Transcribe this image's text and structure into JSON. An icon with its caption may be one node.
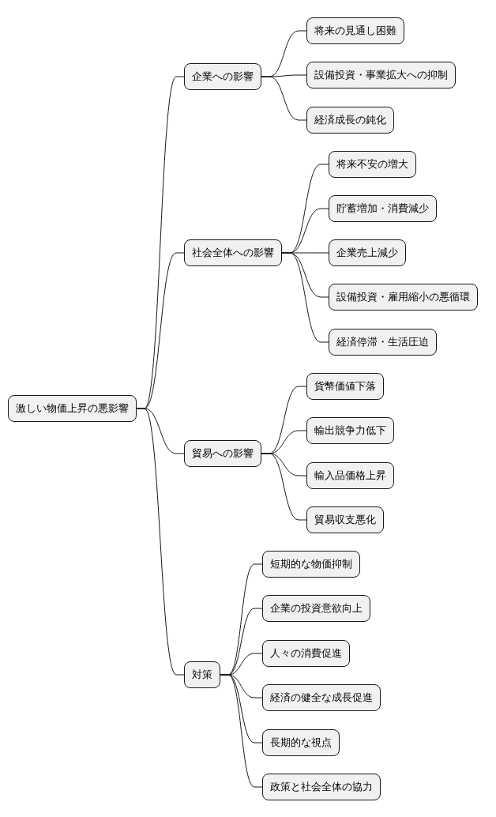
{
  "diagram": {
    "nodes": [
      {
        "text": [
          "激しい物価上昇の悪影響"
        ]
      },
      {
        "text": [
          "企業への影響"
        ]
      },
      {
        "text": [
          "将来の見通し困難"
        ]
      },
      {
        "text": [
          "設備投資・事業拡大への抑制"
        ]
      },
      {
        "text": [
          "経済成長の鈍化"
        ]
      },
      {
        "text": [
          "社会全体への影響"
        ]
      },
      {
        "text": [
          "将来不安の増大"
        ]
      },
      {
        "text": [
          "貯蓄増加・消費減少"
        ]
      },
      {
        "text": [
          "企業売上減少"
        ]
      },
      {
        "text": [
          "設備投資・雇用縮小の悪循環"
        ]
      },
      {
        "text": [
          "経済停滞・生活圧迫"
        ]
      },
      {
        "text": [
          "貿易への影響"
        ]
      },
      {
        "text": [
          "貨幣価値下落"
        ]
      },
      {
        "text": [
          "輸出競争力低下"
        ]
      },
      {
        "text": [
          "輸入品価格上昇"
        ]
      },
      {
        "text": [
          "貿易収支悪化"
        ]
      },
      {
        "text": [
          "対策"
        ]
      },
      {
        "text": [
          "短期的な物価抑制"
        ]
      },
      {
        "text": [
          "企業の投資意欲向上"
        ]
      },
      {
        "text": [
          "人々の消費促進"
        ]
      },
      {
        "text": [
          "経済の健全な成長促進"
        ]
      },
      {
        "text": [
          "長期的な視点"
        ]
      },
      {
        "text": [
          "政策と社会全体の協力"
        ]
      }
    ],
    "edges": [
      {
        "from": 0,
        "to": 1,
        "arrow": "none"
      },
      {
        "from": 1,
        "to": 2,
        "arrow": "none"
      },
      {
        "from": 1,
        "to": 3,
        "arrow": "none"
      },
      {
        "from": 1,
        "to": 4,
        "arrow": "none"
      },
      {
        "from": 0,
        "to": 5,
        "arrow": "none"
      },
      {
        "from": 5,
        "to": 6,
        "arrow": "none"
      },
      {
        "from": 5,
        "to": 7,
        "arrow": "none"
      },
      {
        "from": 5,
        "to": 8,
        "arrow": "none"
      },
      {
        "from": 5,
        "to": 9,
        "arrow": "none"
      },
      {
        "from": 5,
        "to": 10,
        "arrow": "none"
      },
      {
        "from": 0,
        "to": 11,
        "arrow": "none"
      },
      {
        "from": 11,
        "to": 12,
        "arrow": "none"
      },
      {
        "from": 11,
        "to": 13,
        "arrow": "none"
      },
      {
        "from": 11,
        "to": 14,
        "arrow": "none"
      },
      {
        "from": 11,
        "to": 15,
        "arrow": "none"
      },
      {
        "from": 0,
        "to": 16,
        "arrow": "none"
      },
      {
        "from": 16,
        "to": 17,
        "arrow": "none"
      },
      {
        "from": 16,
        "to": 18,
        "arrow": "none"
      },
      {
        "from": 16,
        "to": 19,
        "arrow": "none"
      },
      {
        "from": 16,
        "to": 20,
        "arrow": "none"
      },
      {
        "from": 16,
        "to": 21,
        "arrow": "none"
      },
      {
        "from": 16,
        "to": 22,
        "arrow": "none"
      }
    ]
  }
}
